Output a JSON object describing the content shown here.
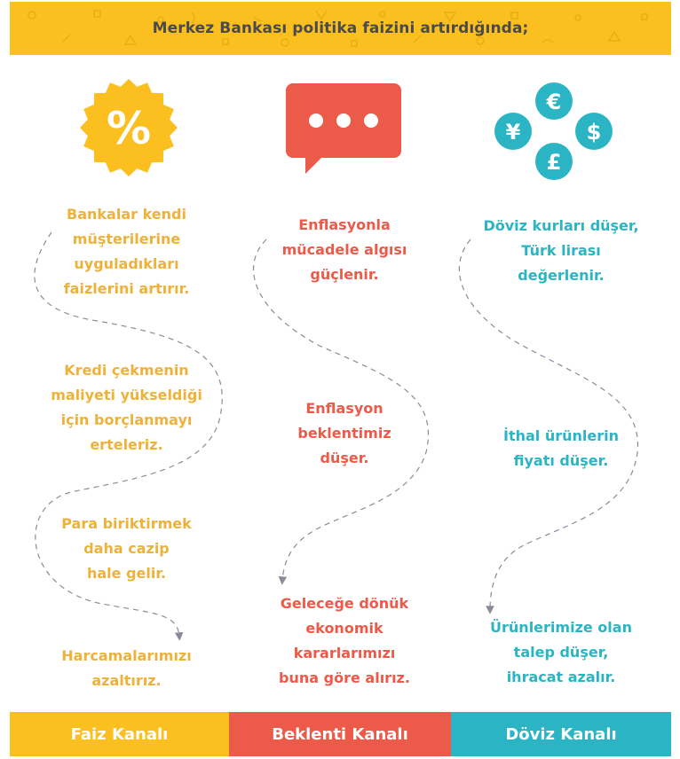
{
  "header": {
    "title": "Merkez Bankası politika faizini artırdığında;"
  },
  "colors": {
    "faiz": "#eeb23b",
    "beklenti": "#ec5a4a",
    "doviz": "#2bb5c4",
    "header_bg": "#fbbf1f",
    "title_text": "#4a4a4a",
    "dash": "#8a8a9a"
  },
  "columns": [
    {
      "icon": "percent-badge-icon",
      "icon_text": "%",
      "steps": [
        "Bankalar kendi\nmüşterilerine\nuyguladıkları\nfaizlerini artırır.",
        "Kredi çekmenin\nmaliyeti yükseldiği\niçin borçlanmayı\nerteleriz.",
        "Para biriktirmek\ndaha cazip\nhale gelir.",
        "Harcamalarımızı\nazaltırız."
      ],
      "footer": "Faiz Kanalı"
    },
    {
      "icon": "speech-bubble-icon",
      "steps": [
        "Enflasyonla\nmücadele algısı\ngüçlenir.",
        "Enflasyon\nbeklentimiz\ndüşer.",
        "Geleceğe dönük\nekonomik\nkararlarımızı\nbuna göre alırız."
      ],
      "footer": "Beklenti Kanalı"
    },
    {
      "icon": "currency-circles-icon",
      "currency_symbols": [
        "€",
        "¥",
        "$",
        "£"
      ],
      "steps": [
        "Döviz kurları düşer,\nTürk lirası\ndeğerlenir.",
        "İthal ürünlerin\nfiyatı düşer.",
        "Ürünlerimize olan\ntalep düşer,\nihracat azalır."
      ],
      "footer": "Döviz Kanalı"
    }
  ]
}
